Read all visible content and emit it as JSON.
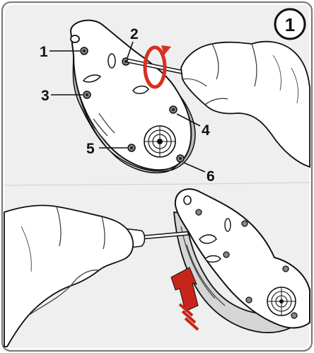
{
  "step_number": "1",
  "screw_labels": [
    "1",
    "2",
    "3",
    "4",
    "5",
    "6"
  ],
  "colors": {
    "panel_background": "#efefef",
    "device_body": "#ffffff",
    "outline": "#111111",
    "rotation_arrow": "#d92e1f",
    "push_arrow": "#c8251a"
  },
  "icons": {
    "rotation": "counterclockwise-rotation-arrow-icon",
    "push": "upward-push-arrow-icon",
    "fan_vent": "fan-grille-icon"
  }
}
